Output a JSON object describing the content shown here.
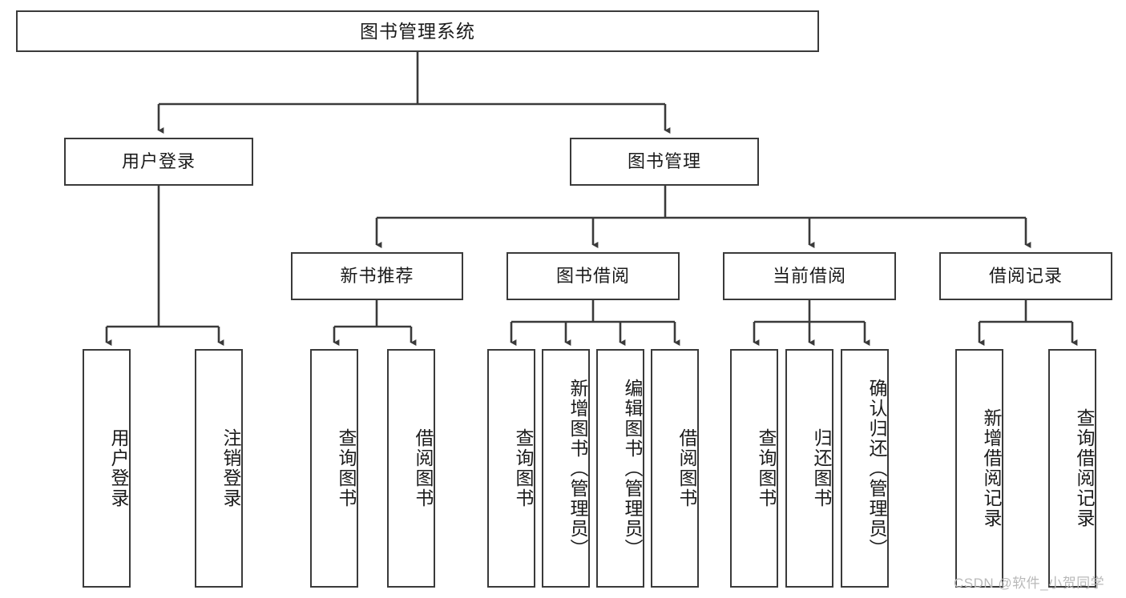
{
  "diagram": {
    "title": "图书管理系统",
    "watermark": "CSDN @软件_小贺同学",
    "colors": {
      "box_border": "#3a3a3a",
      "box_fill": "#ffffff",
      "edge": "#3a3a3a",
      "text": "#1b1b1b",
      "watermark": "#b9b9b9"
    },
    "nodes": {
      "root": {
        "label": "图书管理系统"
      },
      "level2": [
        {
          "label": "用户登录"
        },
        {
          "label": "图书管理"
        }
      ],
      "level3": [
        {
          "label": "新书推荐"
        },
        {
          "label": "图书借阅"
        },
        {
          "label": "当前借阅"
        },
        {
          "label": "借阅记录"
        }
      ],
      "leaves": [
        {
          "label": "用户登录"
        },
        {
          "label": "注销登录"
        },
        {
          "label": "查询图书"
        },
        {
          "label": "借阅图书"
        },
        {
          "label": "查询图书"
        },
        {
          "label": "新增图书（管理员）"
        },
        {
          "label": "编辑图书（管理员）"
        },
        {
          "label": "借阅图书"
        },
        {
          "label": "查询图书"
        },
        {
          "label": "归还图书"
        },
        {
          "label": "确认归还（管理员）"
        },
        {
          "label": "新增借阅记录"
        },
        {
          "label": "查询借阅记录"
        }
      ]
    },
    "tree": {
      "图书管理系统": [
        "用户登录",
        "图书管理"
      ],
      "用户登录": [
        "用户登录",
        "注销登录"
      ],
      "图书管理": [
        "新书推荐",
        "图书借阅",
        "当前借阅",
        "借阅记录"
      ],
      "新书推荐": [
        "查询图书",
        "借阅图书"
      ],
      "图书借阅": [
        "查询图书",
        "新增图书（管理员）",
        "编辑图书（管理员）",
        "借阅图书"
      ],
      "当前借阅": [
        "查询图书",
        "归还图书",
        "确认归还（管理员）"
      ],
      "借阅记录": [
        "新增借阅记录",
        "查询借阅记录"
      ]
    }
  }
}
